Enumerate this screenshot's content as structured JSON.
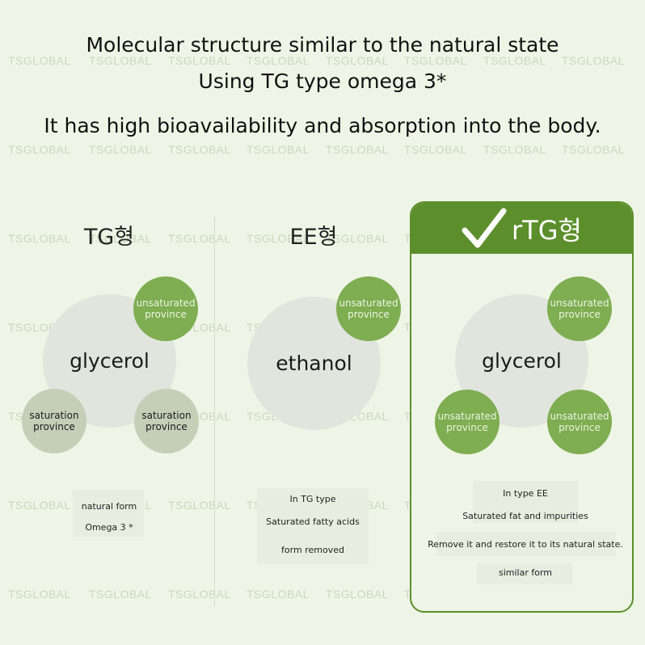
{
  "headline": {
    "line1": "Molecular structure similar to the natural state",
    "line2": "Using TG type omega 3*",
    "line3": "It has high bioavailability and absorption into the body."
  },
  "watermark": "TSGLOBAL",
  "columns": {
    "tg": {
      "title": "TG형",
      "core": "glycerol",
      "top_right": [
        "unsaturated",
        "province"
      ],
      "bottom_left": [
        "saturation",
        "province"
      ],
      "bottom_right": [
        "saturation",
        "province"
      ],
      "notes": [
        "natural form",
        "Omega 3 *"
      ]
    },
    "ee": {
      "title": "EE형",
      "core": "ethanol",
      "top_right": [
        "unsaturated",
        "province"
      ],
      "notes": [
        "In TG type",
        "Saturated fatty acids",
        "form removed"
      ]
    },
    "rtg": {
      "title": "rTG형",
      "core": "glycerol",
      "top_right": [
        "unsaturated",
        "province"
      ],
      "bottom_left": [
        "unsaturated",
        "province"
      ],
      "bottom_right": [
        "unsaturated",
        "province"
      ],
      "notes": [
        "In type EE",
        "Saturated fat and impurities",
        "Remove it and restore it to its natural state.",
        "similar form"
      ]
    }
  },
  "colors": {
    "background": "#eef5e6",
    "accent_green": "#5c8f2c",
    "circle_green": "#7fad52",
    "circle_gray": "#c5cfb8",
    "core_gray": "#e1e5dd"
  },
  "icons": {
    "check": "check-icon"
  }
}
